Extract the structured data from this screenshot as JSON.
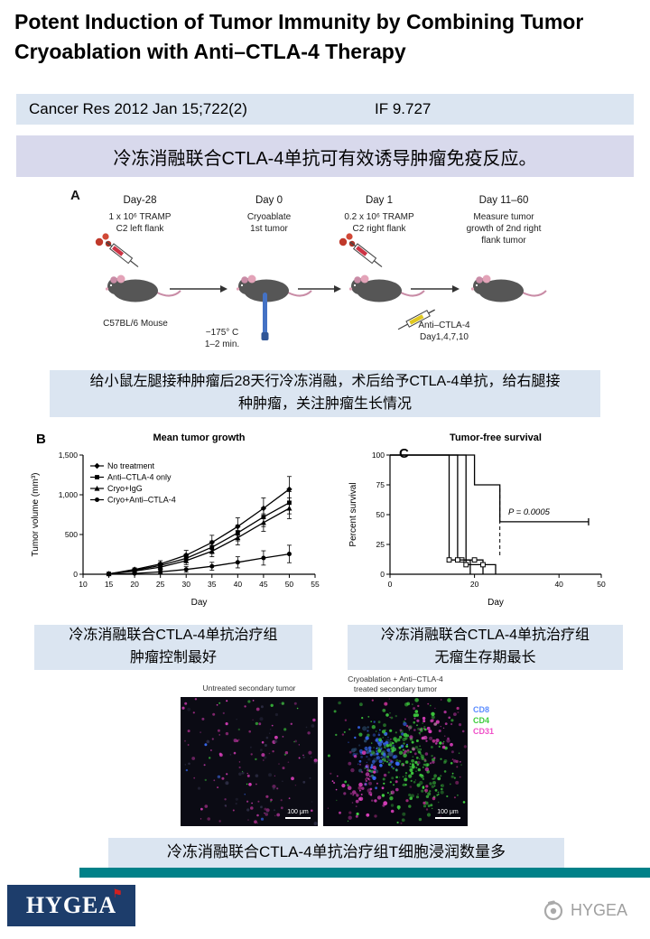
{
  "title": "Potent Induction of Tumor Immunity by Combining Tumor Cryoablation with Anti–CTLA-4 Therapy",
  "citation": {
    "reference": "Cancer Res 2012 Jan 15;722(2)",
    "impact_factor": "IF 9.727"
  },
  "headline": "冷冻消融联合CTLA-4单抗可有效诱导肿瘤免疫反应。",
  "figure_a": {
    "panel_label": "A",
    "days": [
      "Day-28",
      "Day 0",
      "Day 1",
      "Day 11–60"
    ],
    "steps": [
      "1 x 10⁶ TRAMP\nC2 left flank",
      "Cryoablate\n1st tumor",
      "0.2 x 10⁶ TRAMP\nC2 right flank",
      "Measure tumor\ngrowth of 2nd right\nflank tumor"
    ],
    "mouse_label": "C57BL/6 Mouse",
    "cryo_label": "−175° C\n1–2 min.",
    "antibody_label": "Anti–CTLA-4\nDay1,4,7,10"
  },
  "caption_a": "给小鼠左腿接种肿瘤后28天行冷冻消融，术后给予CTLA-4单抗，给右腿接\n种肿瘤，关注肿瘤生长情况",
  "caption_b": "冷冻消融联合CTLA-4单抗治疗组\n肿瘤控制最好",
  "caption_c": "冷冻消融联合CTLA-4单抗治疗组\n无瘤生存期最长",
  "caption_t": "冷冻消融联合CTLA-4单抗治疗组T细胞浸润数量多",
  "micrographs": {
    "left_label": "Untreated secondary tumor",
    "right_label": "Cryoablation + Anti–CTLA-4\ntreated secondary tumor",
    "legend": [
      {
        "label": "CD8",
        "color": "#5c8dff"
      },
      {
        "label": "CD4",
        "color": "#3ecc3e"
      },
      {
        "label": "CD31",
        "color": "#f04fc8"
      }
    ],
    "scale_label": "100 μm"
  },
  "footer": {
    "logo_text": "HYGEA",
    "watermark_text": "HYGEA"
  },
  "icons": {
    "logo_flag": "⚑"
  },
  "colors": {
    "bar_blue": "#dbe5f1",
    "bar_lavender": "#d8d9ec",
    "teal": "#008189",
    "navy": "#1d3d6b",
    "logo_red": "#d02020"
  },
  "chart_data": [
    {
      "panel_label": "B",
      "type": "line",
      "title": "Mean tumor growth",
      "xlabel": "Day",
      "ylabel": "Tumor volume (mm³)",
      "xlim": [
        10,
        55
      ],
      "ylim": [
        0,
        1500
      ],
      "xticks": [
        10,
        15,
        20,
        25,
        30,
        35,
        40,
        45,
        50,
        55
      ],
      "yticks": [
        0,
        500,
        1000,
        1500
      ],
      "ytick_labels": [
        "0",
        "500",
        "1,000",
        "1,500"
      ],
      "grid": false,
      "legend_position": "upper left",
      "x": [
        15,
        20,
        25,
        30,
        35,
        40,
        45,
        50
      ],
      "series": [
        {
          "name": "No treatment",
          "marker": "diamond",
          "values": [
            5,
            60,
            130,
            240,
            400,
            600,
            830,
            1070
          ],
          "errors": [
            0,
            20,
            40,
            60,
            90,
            110,
            130,
            160
          ]
        },
        {
          "name": "Anti–CTLA-4 only",
          "marker": "square",
          "values": [
            5,
            50,
            110,
            200,
            340,
            520,
            720,
            900
          ],
          "errors": [
            0,
            15,
            35,
            55,
            80,
            100,
            120,
            140
          ]
        },
        {
          "name": "Cryo+IgG",
          "marker": "triangle",
          "values": [
            5,
            40,
            90,
            170,
            290,
            460,
            650,
            830
          ],
          "errors": [
            0,
            15,
            30,
            50,
            70,
            90,
            110,
            130
          ]
        },
        {
          "name": "Cryo+Anti–CTLA-4",
          "marker": "circle",
          "values": [
            0,
            10,
            30,
            60,
            100,
            150,
            205,
            255
          ],
          "errors": [
            0,
            10,
            20,
            35,
            50,
            70,
            90,
            110
          ]
        }
      ]
    },
    {
      "panel_label": "C",
      "type": "line",
      "title": "Tumor-free survival",
      "xlabel": "Day",
      "ylabel": "Percent survival",
      "xlim": [
        0,
        50
      ],
      "ylim": [
        0,
        100
      ],
      "xticks": [
        0,
        20,
        40,
        50
      ],
      "yticks": [
        0,
        25,
        50,
        75,
        100
      ],
      "grid": false,
      "annotation": {
        "text": "P = 0.0005",
        "x": 28,
        "y": 50,
        "line": {
          "x": 26,
          "y1": 72,
          "y2": 14
        }
      },
      "series": [
        {
          "name": "Cryo+Anti–CTLA-4",
          "x": [
            0,
            20,
            20,
            26,
            26,
            47
          ],
          "y": [
            100,
            100,
            75,
            75,
            44,
            44
          ],
          "censor": [
            47,
            44
          ]
        },
        {
          "name": "No treatment",
          "x": [
            0,
            14,
            14,
            19,
            19
          ],
          "y": [
            100,
            100,
            12,
            12,
            0
          ],
          "marker_points": [
            [
              14,
              12
            ],
            [
              17,
              12
            ]
          ]
        },
        {
          "name": "Anti–CTLA-4 only",
          "x": [
            0,
            16,
            16,
            22,
            22
          ],
          "y": [
            100,
            100,
            12,
            12,
            0
          ],
          "marker_points": [
            [
              16,
              12
            ],
            [
              20,
              12
            ]
          ]
        },
        {
          "name": "Cryo+IgG",
          "x": [
            0,
            18,
            18,
            25,
            25
          ],
          "y": [
            100,
            100,
            8,
            8,
            0
          ],
          "marker_points": [
            [
              18,
              8
            ],
            [
              22,
              8
            ]
          ]
        }
      ]
    }
  ]
}
